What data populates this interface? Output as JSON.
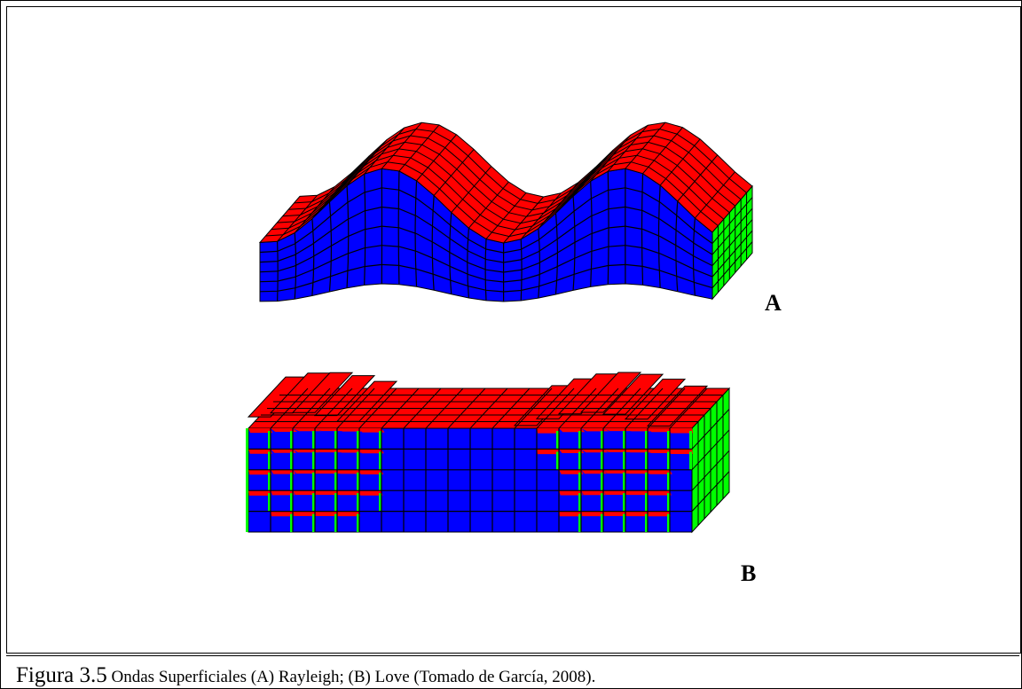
{
  "figure": {
    "panel_a_label": "A",
    "panel_b_label": "B",
    "caption_number": "Figura 3.5",
    "caption_text": " Ondas Superficiales (A) Rayleigh; (B) Love (Tomado de García, 2008).",
    "colors": {
      "top_face": "#ff0000",
      "front_face": "#0000ff",
      "side_face": "#00ff00",
      "grid": "#000000"
    }
  }
}
